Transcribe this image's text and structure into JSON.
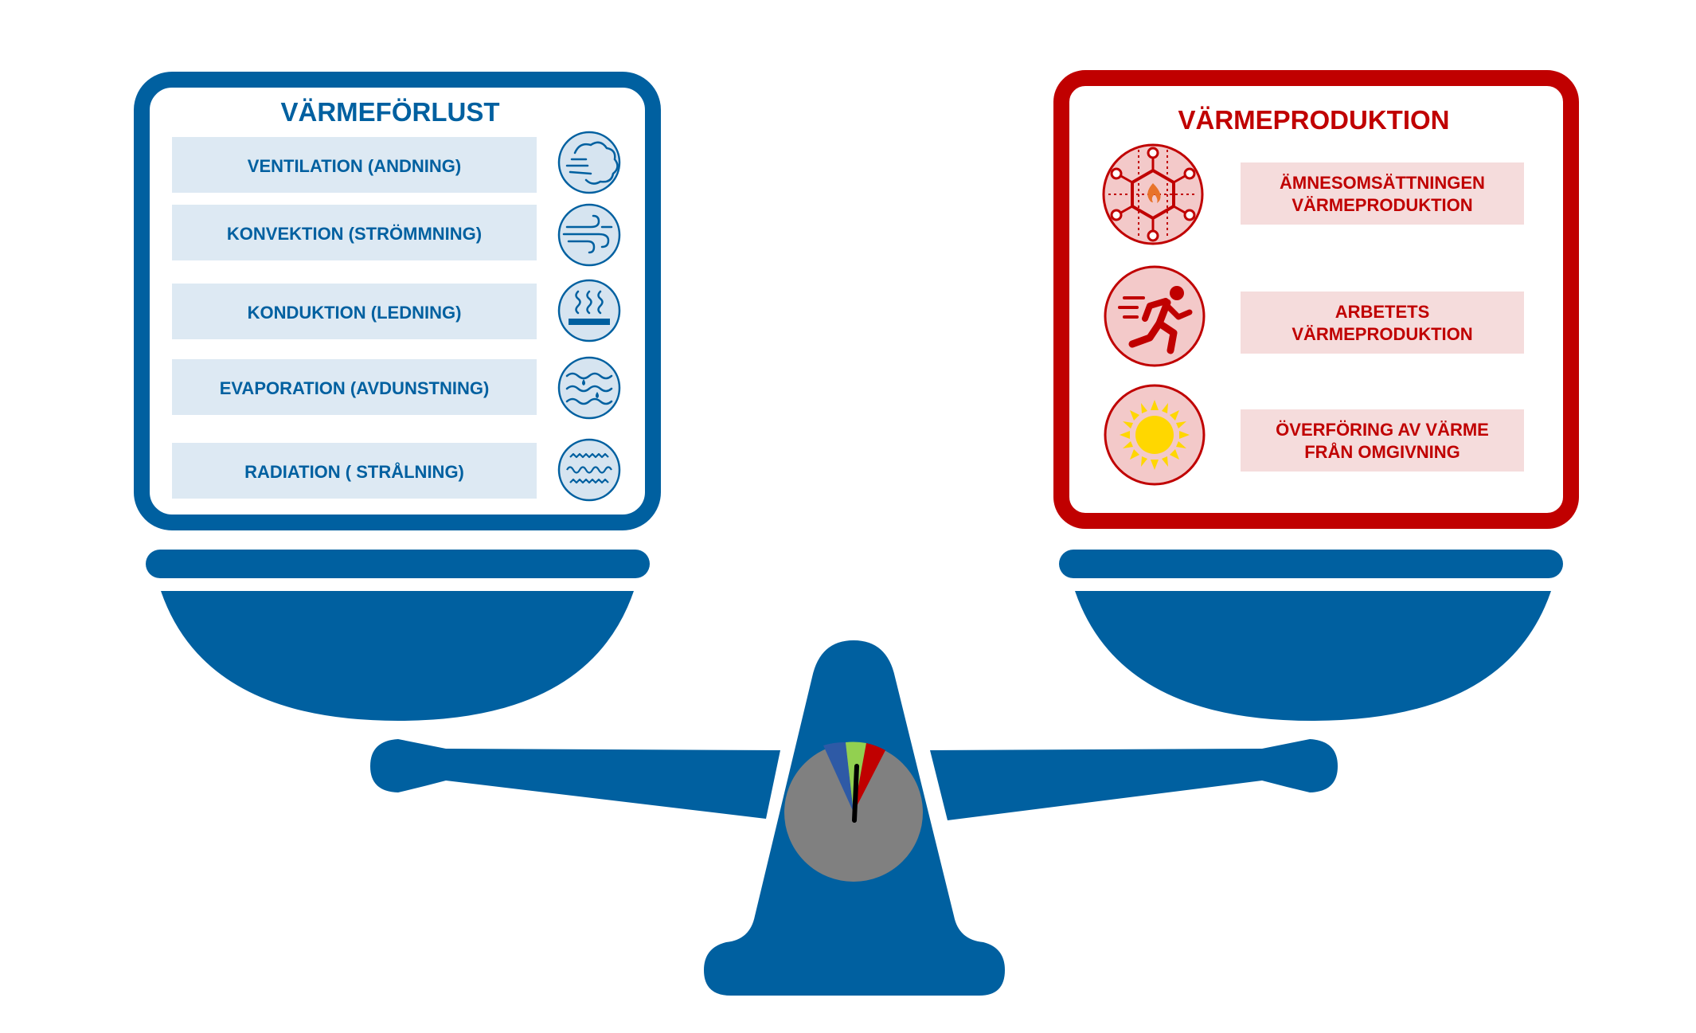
{
  "heat_loss": {
    "title": "VÄRMEFÖRLUST",
    "color": "#0060A0",
    "items": [
      {
        "label": "VENTILATION (ANDNING)",
        "icon": "breath-icon"
      },
      {
        "label": "KONVEKTION (STRÖMMNING)",
        "icon": "wind-icon"
      },
      {
        "label": "KONDUKTION (LEDNING)",
        "icon": "heat-surface-icon"
      },
      {
        "label": "EVAPORATION (AVDUNSTNING)",
        "icon": "evaporation-icon"
      },
      {
        "label": "RADIATION ( STRÅLNING)",
        "icon": "radiation-waves-icon"
      }
    ]
  },
  "heat_production": {
    "title": "VÄRMEPRODUKTION",
    "color": "#C00000",
    "items": [
      {
        "line1": "ÄMNESOMSÄTTNINGEN",
        "line2": "VÄRMEPRODUKTION",
        "icon": "metabolism-molecule-icon"
      },
      {
        "line1": "ARBETETS",
        "line2": "VÄRMEPRODUKTION",
        "icon": "running-person-icon"
      },
      {
        "line1": "ÖVERFÖRING AV VÄRME",
        "line2": "FRÅN OMGIVNING",
        "icon": "sun-icon"
      }
    ]
  },
  "colors": {
    "scale_blue": "#0060A0",
    "loss_item_bg": "#DDE9F3",
    "prod_item_bg": "#F5DCDC",
    "prod_icon_bg": "#F3C9C9",
    "loss_icon_bg": "#D6E4F0",
    "gauge_face": "#808080",
    "gauge_blue": "#2E5AA6",
    "gauge_green": "#92D050",
    "gauge_red": "#C00000"
  }
}
